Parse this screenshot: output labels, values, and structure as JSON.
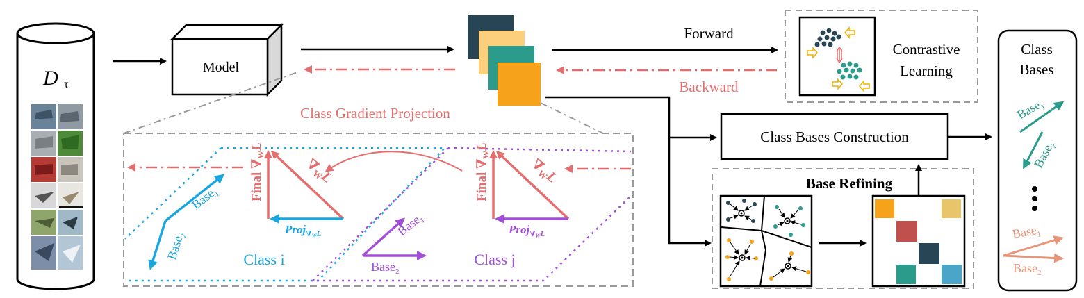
{
  "dataset": {
    "label": "D",
    "sub": "τ"
  },
  "model": {
    "label": "Model"
  },
  "flows": {
    "forward": "Forward",
    "backward": "Backward",
    "projection": "Class Gradient Projection"
  },
  "contrastive": {
    "line1": "Contrastive",
    "line2": "Learning"
  },
  "construction": {
    "label": "Class Bases Construction"
  },
  "refining": {
    "label": "Base Refining"
  },
  "class_bases": {
    "line1": "Class",
    "line2": "Bases",
    "base1": "Base",
    "base1_sub": "1",
    "base2": "Base",
    "base2_sub": "2"
  },
  "projection_panel": {
    "grad": "∇",
    "grad_sub": "W",
    "loss": "L",
    "final": "Final",
    "proj": "Proj",
    "proj_sub": "∇",
    "proj_sub2": "W",
    "proj_loss": "L",
    "class_i": "Class i",
    "class_j": "Class j",
    "base": "Base",
    "sub1": "1",
    "sub2": "2"
  },
  "colors": {
    "red": "#e46d6d",
    "blue": "#1aa7e0",
    "purple": "#a24fd8",
    "teal": "#2b9c8c",
    "salmon": "#e89579",
    "navy": "#284556",
    "orange": "#f7a21b",
    "peach": "#fbcf7c",
    "gray": "#9a9a9a"
  }
}
